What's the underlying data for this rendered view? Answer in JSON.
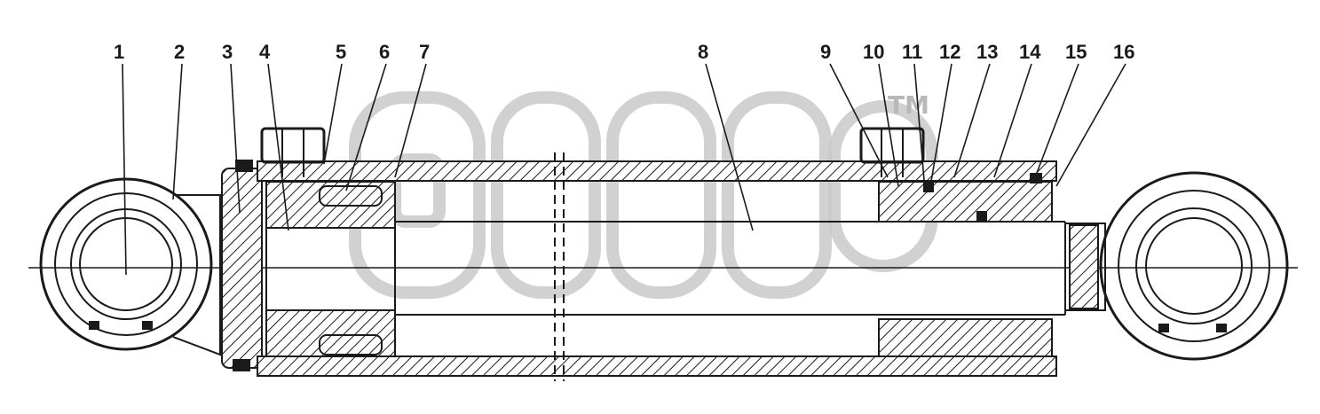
{
  "watermark": {
    "trademark": "TM"
  },
  "callouts": [
    {
      "num": "1"
    },
    {
      "num": "2"
    },
    {
      "num": "3"
    },
    {
      "num": "4"
    },
    {
      "num": "5"
    },
    {
      "num": "6"
    },
    {
      "num": "7"
    },
    {
      "num": "8"
    },
    {
      "num": "9"
    },
    {
      "num": "10"
    },
    {
      "num": "11"
    },
    {
      "num": "12"
    },
    {
      "num": "13"
    },
    {
      "num": "14"
    },
    {
      "num": "15"
    },
    {
      "num": "16"
    }
  ],
  "colors": {
    "line": "#1a1a1a",
    "watermark": "#c9c9c9",
    "background": "#ffffff"
  }
}
